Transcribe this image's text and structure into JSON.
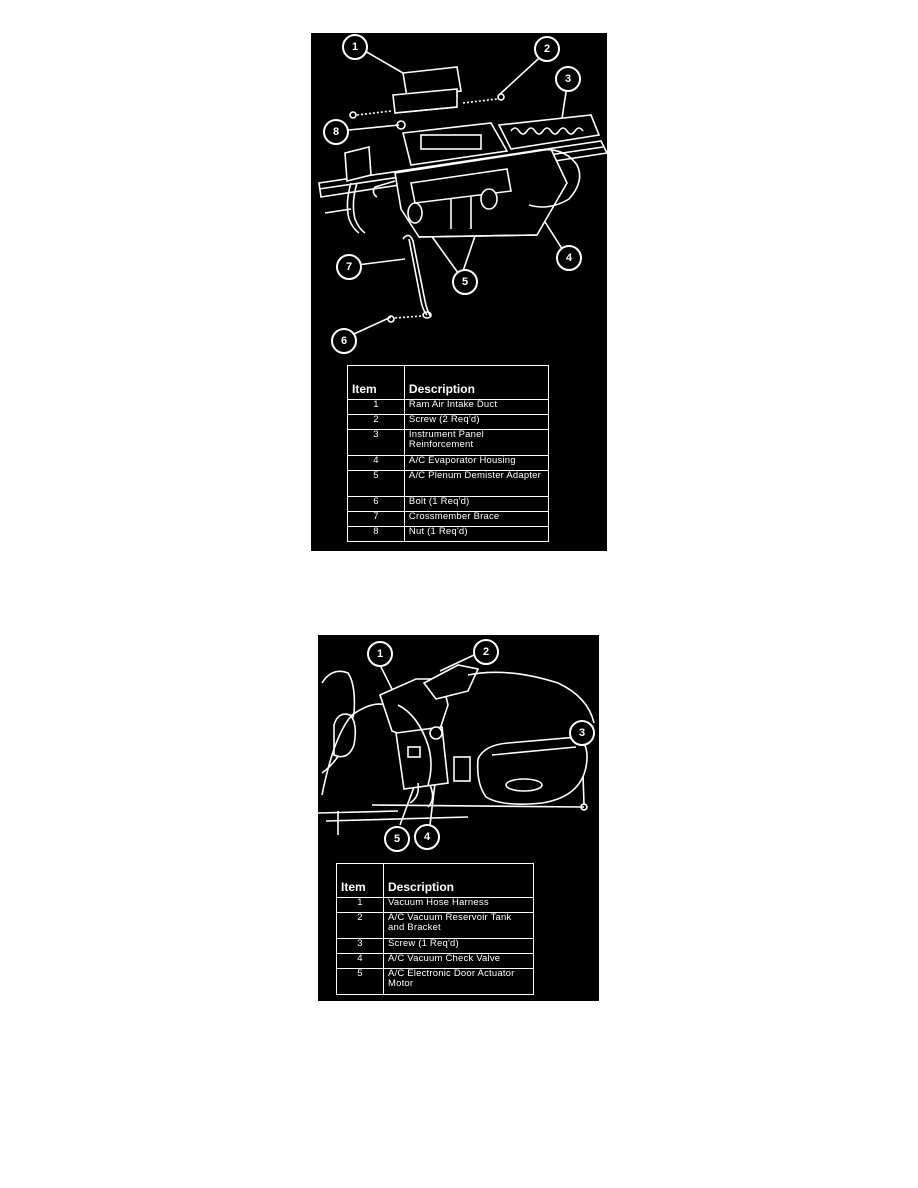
{
  "figure1": {
    "callouts": [
      "1",
      "2",
      "3",
      "8",
      "7",
      "5",
      "4",
      "6"
    ],
    "legend": {
      "header_item": "Item",
      "header_description": "Description",
      "rows": [
        {
          "item": "1",
          "description": "Ram Air Intake Duct"
        },
        {
          "item": "2",
          "description": "Screw (2 Req'd)"
        },
        {
          "item": "3",
          "description": "Instrument Panel Reinforcement"
        },
        {
          "item": "4",
          "description": "A/C Evaporator Housing"
        },
        {
          "item": "5",
          "description": "A/C Plenum Demister Adapter"
        },
        {
          "item": "6",
          "description": "Bolt (1 Req'd)"
        },
        {
          "item": "7",
          "description": "Crossmember Brace"
        },
        {
          "item": "8",
          "description": "Nut (1 Req'd)"
        }
      ]
    }
  },
  "figure2": {
    "callouts": [
      "1",
      "2",
      "3",
      "5",
      "4"
    ],
    "legend": {
      "header_item": "Item",
      "header_description": "Description",
      "rows": [
        {
          "item": "1",
          "description": "Vacuum Hose Harness"
        },
        {
          "item": "2",
          "description": "A/C Vacuum Reservoir Tank and Bracket"
        },
        {
          "item": "3",
          "description": "Screw (1 Req'd)"
        },
        {
          "item": "4",
          "description": "A/C Vacuum Check Valve"
        },
        {
          "item": "5",
          "description": "A/C Electronic Door Actuator Motor"
        }
      ]
    }
  }
}
